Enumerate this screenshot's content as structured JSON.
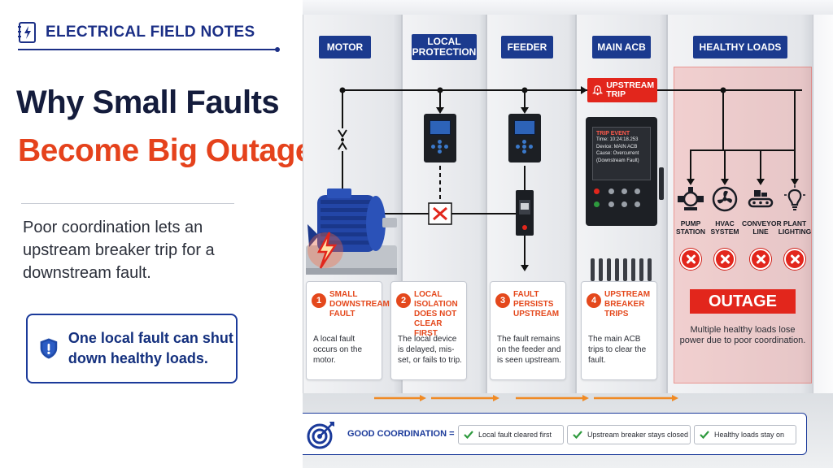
{
  "brand": {
    "name": "ELECTRICAL FIELD NOTES",
    "icon": "notebook-lightning-icon"
  },
  "title": {
    "line1": "Why Small Faults",
    "line2": "Become Big Outages"
  },
  "subtitle": "Poor coordination lets an upstream breaker trip for a downstream fault.",
  "callout": {
    "text": "One local fault can shut down healthy loads.",
    "icon": "shield-warning-icon"
  },
  "columns": [
    "MOTOR",
    "LOCAL PROTECTION",
    "FEEDER",
    "MAIN ACB",
    "HEALTHY LOADS"
  ],
  "upstream_badge": "UPSTREAM TRIP",
  "acb_screen": {
    "title": "TRIP EVENT",
    "lines": [
      "Time: 10:24:18.253",
      "Device: MAIN ACB",
      "Cause: Overcurrent",
      "(Downstream Fault)"
    ]
  },
  "loads": [
    {
      "label": "PUMP STATION",
      "icon": "pump-icon"
    },
    {
      "label": "HVAC SYSTEM",
      "icon": "fan-icon"
    },
    {
      "label": "CONVEYOR LINE",
      "icon": "conveyor-icon"
    },
    {
      "label": "PLANT LIGHTING",
      "icon": "lightbulb-icon"
    }
  ],
  "outage": {
    "label": "OUTAGE",
    "note": "Multiple healthy loads lose power due to poor coordination."
  },
  "steps": [
    {
      "num": "1",
      "title": "SMALL DOWNSTREAM FAULT",
      "desc": "A local fault occurs on the motor."
    },
    {
      "num": "2",
      "title": "LOCAL ISOLATION DOES NOT CLEAR FIRST",
      "desc": "The local device is delayed, mis-set, or fails to trip."
    },
    {
      "num": "3",
      "title": "FAULT PERSISTS UPSTREAM",
      "desc": "The fault remains on the feeder and is seen upstream."
    },
    {
      "num": "4",
      "title": "UPSTREAM BREAKER TRIPS",
      "desc": "The main ACB trips to clear the fault."
    }
  ],
  "good_coordination": {
    "label": "GOOD COORDINATION =",
    "items": [
      "Local fault cleared first",
      "Upstream breaker stays closed",
      "Healthy loads stay on"
    ]
  },
  "colors": {
    "navy": "#1b3a8e",
    "accent": "#e5421c",
    "alarm": "#e2261c",
    "ok": "#2e9a3e"
  }
}
